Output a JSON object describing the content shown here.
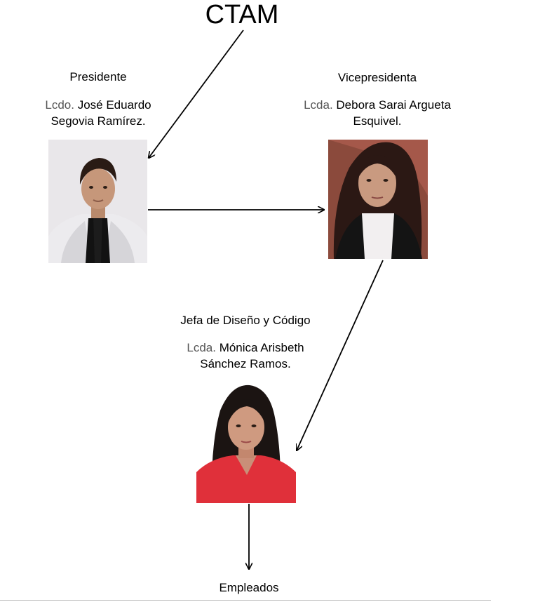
{
  "title": "CTAM",
  "president": {
    "role": "Presidente",
    "prefix": "Lcdo.",
    "name_line1": "José Eduardo",
    "name_line2": "Segovia Ramírez."
  },
  "vice": {
    "role": "Vicepresidenta",
    "prefix": "Lcda.",
    "name_line1": "Debora Sarai Argueta",
    "name_line2": "Esquivel."
  },
  "design": {
    "role": "Jefa de Diseño y Código",
    "prefix": "Lcda.",
    "name_line1": "Mónica Arisbeth",
    "name_line2": "Sánchez Ramos."
  },
  "employees": {
    "label": "Empleados"
  }
}
